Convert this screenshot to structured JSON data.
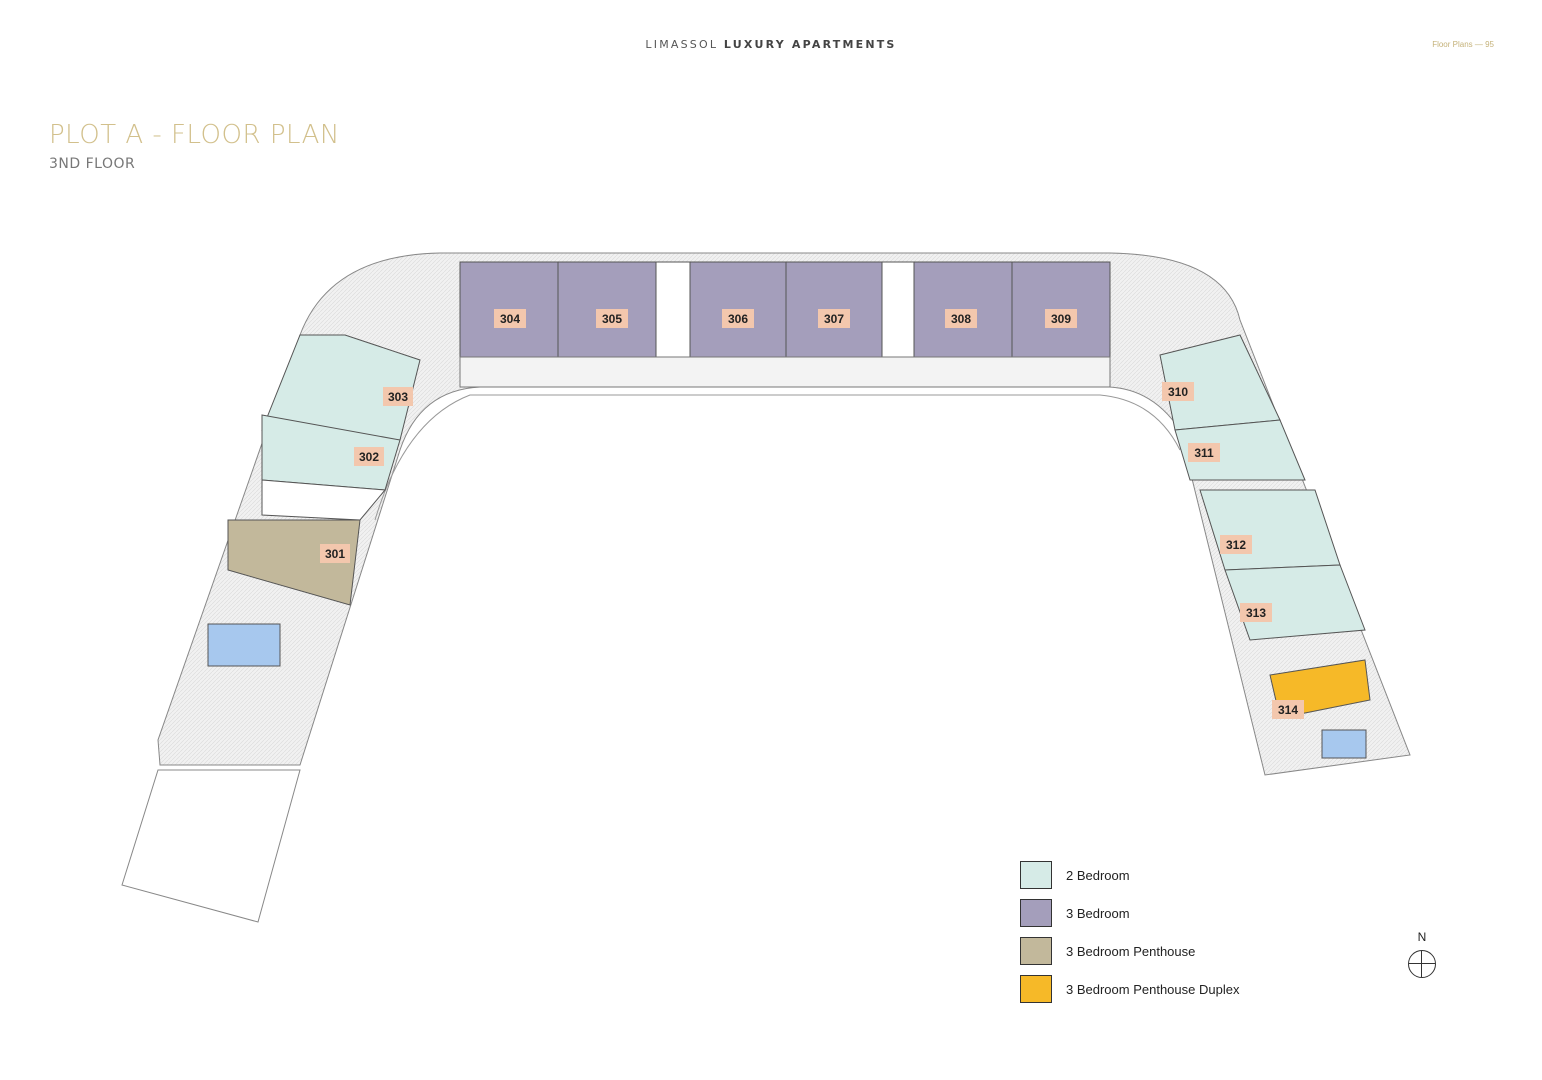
{
  "header": {
    "brand_light": "LIMASSOL",
    "brand_bold": "LUXURY APARTMENTS",
    "page_ref": "Floor Plans — 95"
  },
  "title": "PLOT A - FLOOR PLAN",
  "subtitle": "3ND FLOOR",
  "colors": {
    "two_bedroom": "#d6ebe7",
    "three_bedroom": "#a49ebb",
    "penthouse": "#c2b89b",
    "penthouse_duplex": "#f6b928",
    "label_bg": "#f3c7ad",
    "terrace": "#eeeeee",
    "pool": "#a7c8ee"
  },
  "units": [
    "301",
    "302",
    "303",
    "304",
    "305",
    "306",
    "307",
    "308",
    "309",
    "310",
    "311",
    "312",
    "313",
    "314"
  ],
  "legend": [
    {
      "label": "2 Bedroom",
      "color": "#d6ebe7"
    },
    {
      "label": "3 Bedroom",
      "color": "#a49ebb"
    },
    {
      "label": "3 Bedroom Penthouse",
      "color": "#c2b89b"
    },
    {
      "label": "3 Bedroom Penthouse Duplex",
      "color": "#f6b928"
    }
  ],
  "compass": {
    "north_label": "N"
  }
}
